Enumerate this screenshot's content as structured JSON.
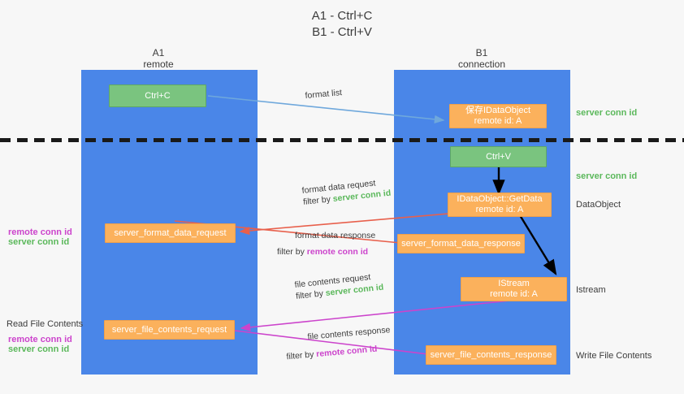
{
  "title": {
    "line1": "A1 - Ctrl+C",
    "line2": "B1 - Ctrl+V"
  },
  "columns": [
    {
      "name": "A1",
      "role": "remote"
    },
    {
      "name": "B1",
      "role": "connection"
    }
  ],
  "nodes": {
    "ctrl_c": {
      "label": "Ctrl+C"
    },
    "ctrl_v": {
      "label": "Ctrl+V"
    },
    "save_dataobject": {
      "line1": "保存IDataObject",
      "line2": "remote id: A"
    },
    "getdata": {
      "line1": "IDataObject::GetData",
      "line2": "remote id: A"
    },
    "istream": {
      "line1": "IStream",
      "line2": "remote id: A"
    },
    "server_format_data_request": {
      "label": "server_format_data_request"
    },
    "server_format_data_response": {
      "label": "server_format_data_response"
    },
    "server_file_contents_request": {
      "label": "server_file_contents_request"
    },
    "server_file_contents_response": {
      "label": "server_file_contents_response"
    }
  },
  "edge_labels": {
    "format_list": "format list",
    "format_data_request": "format data request",
    "format_data_request_filter_prefix": "filter by ",
    "format_data_request_filter_value": "server conn id",
    "format_data_response": "format data response",
    "format_data_response_filter_prefix": "filter by ",
    "format_data_response_filter_value": "remote conn id",
    "file_contents_request": "file contents request",
    "file_contents_request_filter_prefix": "filter by ",
    "file_contents_request_filter_value": "server conn id",
    "file_contents_response": "file contents response",
    "file_contents_response_filter_prefix": "filter by ",
    "file_contents_response_filter_value": "remote conn id"
  },
  "right_labels": {
    "server_conn_id_top": "server conn id",
    "server_conn_id_mid": "server conn id",
    "dataobject": "DataObject",
    "istream": "Istream",
    "write_file_contents": "Write File Contents"
  },
  "left_labels": {
    "remote_conn_id_upper": "remote conn id",
    "server_conn_id_upper": "server conn id",
    "read_file_contents": "Read File Contents",
    "remote_conn_id_lower": "remote conn id",
    "server_conn_id_lower": "server conn id"
  },
  "colors": {
    "lane": "#4a86e8",
    "green_node": "#7ac47f",
    "orange_node": "#fbb15c",
    "accent_green": "#5bb85b",
    "accent_magenta": "#cc44cc",
    "arrow_blue": "#6fa8dc",
    "arrow_red": "#e8604c",
    "arrow_magenta": "#cc44cc",
    "arrow_black": "#000000",
    "background": "#f7f7f7"
  }
}
